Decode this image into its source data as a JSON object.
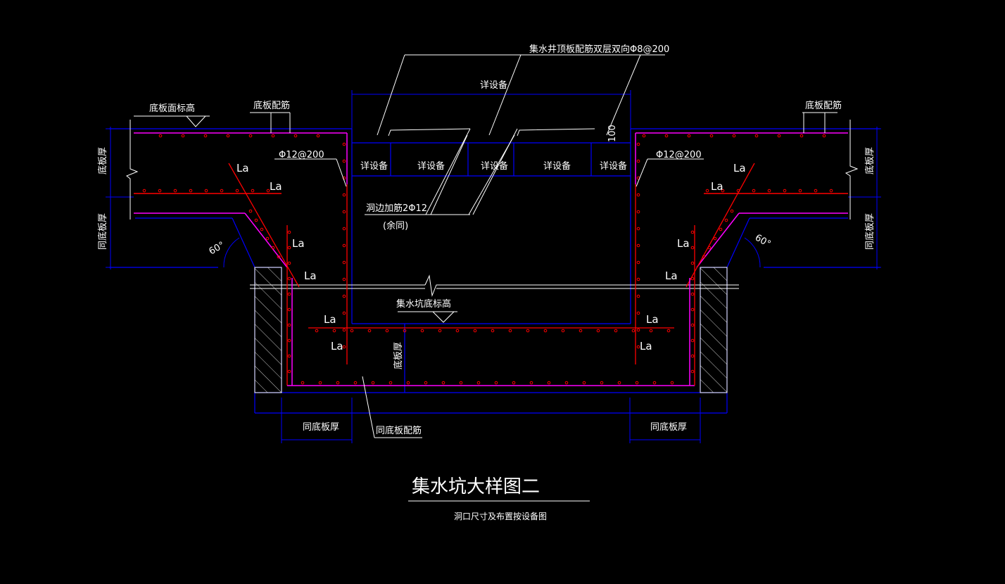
{
  "colors": {
    "background": "#000000",
    "concrete_outline": "#0000ff",
    "rebar": "#ff0000",
    "rebar_outer": "#ff00ff",
    "leader": "#ffffff",
    "hatch": "#ffffff",
    "text": "#ffffff"
  },
  "labels": {
    "top_slab_rebar": "集水井顶板配筋双层双向Φ8@200",
    "detail_equipment": "详设备",
    "slab_top_elevation": "底板面标高",
    "slab_rebar_left": "底板配筋",
    "slab_rebar_right": "底板配筋",
    "phi12_left": "Φ12@200",
    "phi12_right": "Φ12@200",
    "slab_thickness_left": "底板厚",
    "slab_thickness_right": "底板厚",
    "same_slab_thickness_left": "同底板厚",
    "same_slab_thickness_right": "同底板厚",
    "angle_left": "60°",
    "angle_right": "60°",
    "opening_rebar": "洞边加筋2Φ12",
    "opening_rebar_note": "(余同)",
    "pit_bottom_elevation": "集水坑底标高",
    "pit_slab_thickness": "底板厚",
    "same_slab_thickness_bottom_left": "同底板厚",
    "same_slab_thickness_bottom_right": "同底板厚",
    "same_slab_rebar": "同底板配筋",
    "dim_100": "100",
    "anchor": "La"
  },
  "cells": [
    "详设备",
    "详设备",
    "详设备",
    "详设备",
    "详设备"
  ],
  "title": {
    "main": "集水坑大样图二",
    "sub": "洞口尺寸及布置按设备图"
  }
}
